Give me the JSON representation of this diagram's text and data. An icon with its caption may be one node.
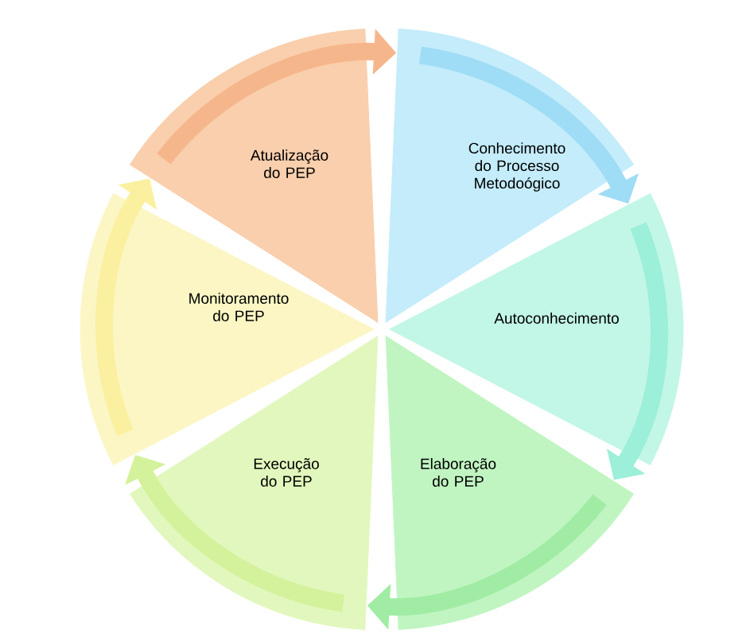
{
  "diagram": {
    "nodes": [
      {
        "text": [
          "Conhecimento do Processo Metodoógico"
        ]
      },
      {
        "text": [
          "Autoconhecimento"
        ]
      },
      {
        "text": [
          "Elaboração do PEP"
        ]
      },
      {
        "text": [
          "Execução do PEP"
        ]
      },
      {
        "text": [
          "Monitoramento do PEP"
        ]
      },
      {
        "text": [
          "Atualização do PEP"
        ]
      }
    ],
    "edges": [
      {
        "from": 0,
        "to": 1,
        "arrow": "to",
        "color": "#9fdcf5"
      },
      {
        "from": 1,
        "to": 2,
        "arrow": "to",
        "color": "#9cefd8"
      },
      {
        "from": 2,
        "to": 3,
        "arrow": "to",
        "color": "#a0eca4"
      },
      {
        "from": 3,
        "to": 4,
        "arrow": "to",
        "color": "#d4f29c"
      },
      {
        "from": 4,
        "to": 5,
        "arrow": "to",
        "color": "#faf0a0"
      },
      {
        "from": 5,
        "to": 0,
        "arrow": "to",
        "color": "#f6b68c"
      }
    ]
  }
}
